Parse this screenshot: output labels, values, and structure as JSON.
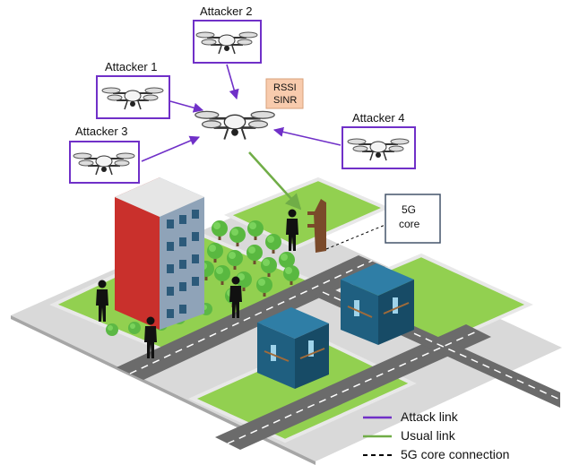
{
  "attackers": [
    {
      "label": "Attacker 1"
    },
    {
      "label": "Attacker 2"
    },
    {
      "label": "Attacker 3"
    },
    {
      "label": "Attacker 4"
    }
  ],
  "metrics": {
    "line1": "RSSI",
    "line2": "SINR"
  },
  "core": {
    "line1": "5G",
    "line2": "core"
  },
  "legend": [
    {
      "label": "Attack link",
      "color": "#7030c8",
      "style": "solid"
    },
    {
      "label": "Usual link",
      "color": "#70ad47",
      "style": "solid"
    },
    {
      "label": "5G core connection",
      "color": "#000000",
      "style": "dashed"
    }
  ],
  "colors": {
    "attack": "#7030c8",
    "usual": "#70ad47",
    "metrics_box": "#f8cbad",
    "grass": "#92d050",
    "road": "#6b6b6b",
    "building_red": "#c9302c",
    "building_blue": "#1f5f80"
  }
}
